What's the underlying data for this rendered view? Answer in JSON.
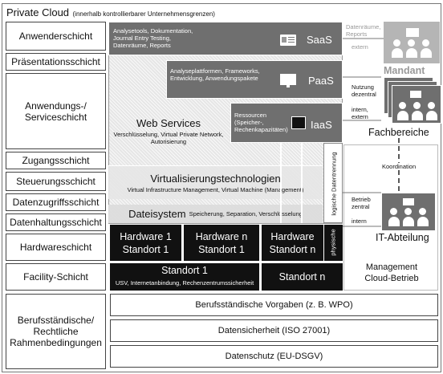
{
  "title": "Private Cloud",
  "subtitle": "(innerhalb kontrollierbarer Unternehmensgrenzen)",
  "layers": {
    "anwender": "Anwenderschicht",
    "praesentation": "Präsentationsschicht",
    "anwendung": "Anwendungs-/ Serviceschicht",
    "zugang": "Zugangsschicht",
    "steuerung": "Steuerungsschicht",
    "datenzugriff": "Datenzugriffsschicht",
    "datenhaltung": "Datenhaltungsschicht",
    "hardware": "Hardwareschicht",
    "facility": "Facility-Schicht",
    "berufsstaendisch": "Berufsständische/ Rechtliche Rahmenbedingungen"
  },
  "saas": {
    "label": "SaaS",
    "desc": "Analysetools, Dokumentation, Journal Entry Testing, Datenräume, Reports"
  },
  "paas": {
    "label": "PaaS",
    "desc": "Analyseplattformen, Frameworks, Entwicklung, Anwendungspakete"
  },
  "iaas": {
    "label": "IaaS",
    "desc": "Ressourcen (Speicher-, Rechenkapazitäten)"
  },
  "web_services": {
    "title": "Web Services",
    "desc": "Verschlüsselung, Virtual Private Network, Autorisierung"
  },
  "virtualisierung": {
    "title": "Virtualisierungstechnologien",
    "desc": "Virtual Infrastructure Management, Virtual Machine (Management)"
  },
  "dateisystem": {
    "title": "Dateisystem",
    "desc": "Speicherung, Separation, Verschlüsselung"
  },
  "logische_trennung": "logische Datentrennung",
  "physische_trennung": "physische",
  "hardware_boxes": [
    "Hardware 1 Standort 1",
    "Hardware n Standort 1",
    "Hardware Standort n"
  ],
  "standort1": {
    "title": "Standort 1",
    "desc": "USV, Internetanbindung, Rechenzentrumssicherheit"
  },
  "standortn": "Standort n",
  "rahmen": [
    "Berufsständische Vorgaben (z. B. WPO)",
    "Datensicherheit (ISO 27001)",
    "Datenschutz (EU-DSGV)"
  ],
  "right": {
    "datenraeume": "Datenräume, Reports",
    "extern": "extern",
    "mandant": "Mandant",
    "nutzung": "Nutzung dezentral",
    "intern_extern": "intern, extern",
    "fachbereiche": "Fachbereiche",
    "koordination": "Koordination",
    "betrieb": "Betrieb zentral",
    "intern": "intern",
    "it_abteilung": "IT-Abteilung",
    "management": "Management Cloud-Betrieb"
  }
}
